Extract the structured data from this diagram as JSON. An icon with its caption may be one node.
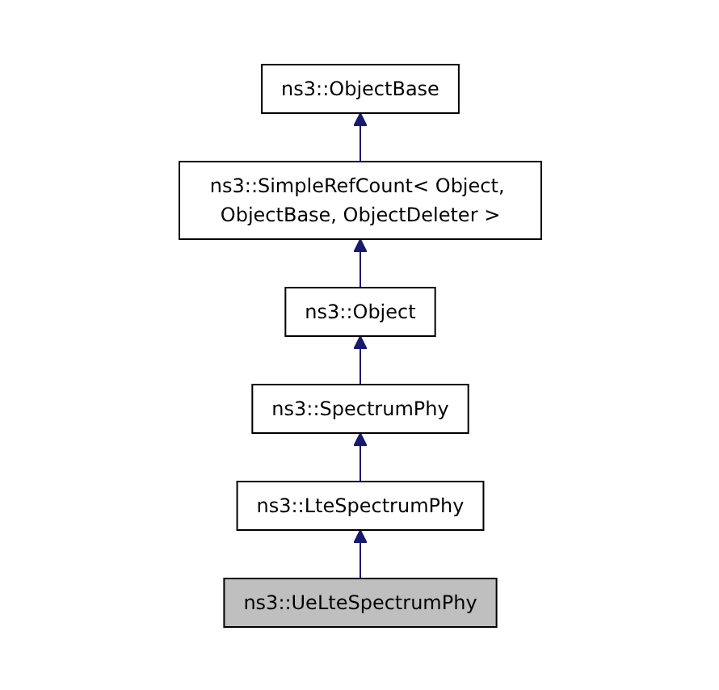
{
  "diagram": {
    "nodes": [
      {
        "text": [
          "ns3::ObjectBase"
        ]
      },
      {
        "text": [
          "ns3::SimpleRefCount< Object, ObjectBase, ObjectDeleter >"
        ]
      },
      {
        "text": [
          "ns3::Object"
        ]
      },
      {
        "text": [
          "ns3::SpectrumPhy"
        ]
      },
      {
        "text": [
          "ns3::LteSpectrumPhy"
        ]
      },
      {
        "text": [
          "ns3::UeLteSpectrumPhy"
        ]
      }
    ],
    "edges": [
      {
        "from": 1,
        "to": 0,
        "arrow": "to"
      },
      {
        "from": 2,
        "to": 1,
        "arrow": "to"
      },
      {
        "from": 3,
        "to": 2,
        "arrow": "to"
      },
      {
        "from": 4,
        "to": 3,
        "arrow": "to"
      },
      {
        "from": 5,
        "to": 4,
        "arrow": "to"
      }
    ]
  }
}
